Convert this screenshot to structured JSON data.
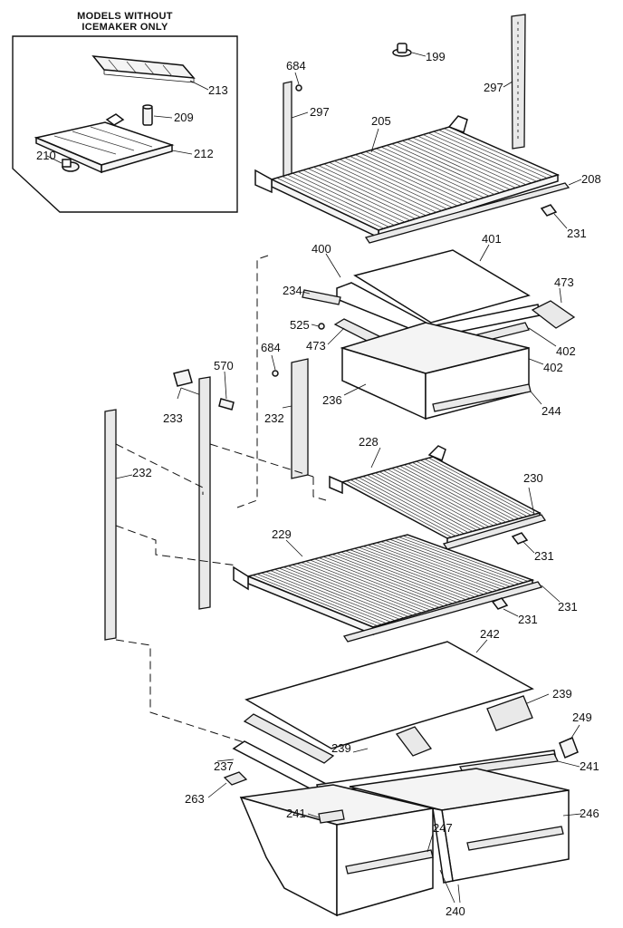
{
  "inset": {
    "title_line1": "MODELS WITHOUT",
    "title_line2": "ICEMAKER ONLY"
  },
  "callouts": [
    {
      "id": "c199",
      "text": "199"
    },
    {
      "id": "c297a",
      "text": "297"
    },
    {
      "id": "c684a",
      "text": "684"
    },
    {
      "id": "c297b",
      "text": "297"
    },
    {
      "id": "c205",
      "text": "205"
    },
    {
      "id": "c208",
      "text": "208"
    },
    {
      "id": "c231a",
      "text": "231"
    },
    {
      "id": "c213",
      "text": "213"
    },
    {
      "id": "c209",
      "text": "209"
    },
    {
      "id": "c212",
      "text": "212"
    },
    {
      "id": "c210",
      "text": "210"
    },
    {
      "id": "c400",
      "text": "400"
    },
    {
      "id": "c401",
      "text": "401"
    },
    {
      "id": "c234",
      "text": "234"
    },
    {
      "id": "c473a",
      "text": "473"
    },
    {
      "id": "c525",
      "text": "525"
    },
    {
      "id": "c473b",
      "text": "473"
    },
    {
      "id": "c402a",
      "text": "402"
    },
    {
      "id": "c402b",
      "text": "402"
    },
    {
      "id": "c684b",
      "text": "684"
    },
    {
      "id": "c570",
      "text": "570"
    },
    {
      "id": "c236",
      "text": "236"
    },
    {
      "id": "c244",
      "text": "244"
    },
    {
      "id": "c233",
      "text": "233"
    },
    {
      "id": "c232a",
      "text": "232"
    },
    {
      "id": "c232b",
      "text": "232"
    },
    {
      "id": "c228",
      "text": "228"
    },
    {
      "id": "c230",
      "text": "230"
    },
    {
      "id": "c231b",
      "text": "231"
    },
    {
      "id": "c229",
      "text": "229"
    },
    {
      "id": "c231c",
      "text": "231"
    },
    {
      "id": "c231d",
      "text": "231"
    },
    {
      "id": "c242",
      "text": "242"
    },
    {
      "id": "c239a",
      "text": "239"
    },
    {
      "id": "c249",
      "text": "249"
    },
    {
      "id": "c239b",
      "text": "239"
    },
    {
      "id": "c237",
      "text": "237"
    },
    {
      "id": "c241a",
      "text": "241"
    },
    {
      "id": "c263",
      "text": "263"
    },
    {
      "id": "c241b",
      "text": "241"
    },
    {
      "id": "c247",
      "text": "247"
    },
    {
      "id": "c246",
      "text": "246"
    },
    {
      "id": "c240",
      "text": "240"
    }
  ]
}
